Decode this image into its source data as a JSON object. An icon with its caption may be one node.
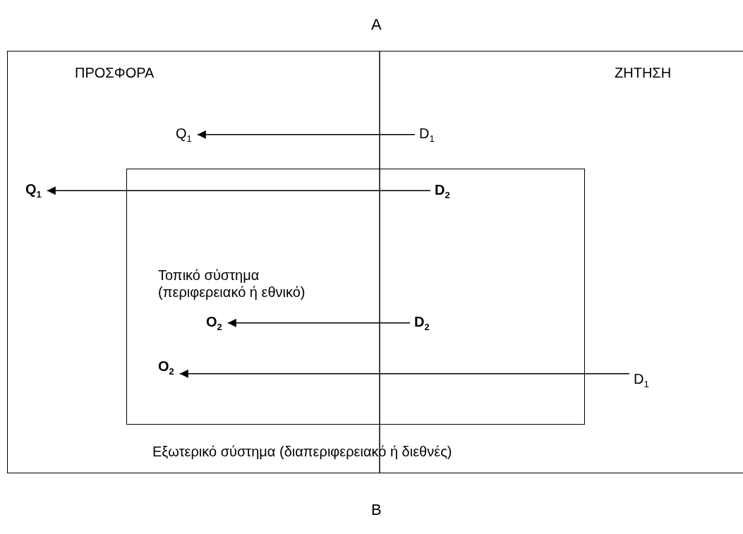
{
  "diagram": {
    "nodes": [
      {
        "text": [
          "ΠΡΟΣΦΟΡΑ",
          "ΖΗΤΗΣΗ",
          "Εξωτερικό σύστημα (διαπεριφερειακό ή διεθνές)"
        ]
      },
      {
        "text": [
          "Τοπικό σύστημα (περιφερειακό ή εθνικό)"
        ],
        "in": 0
      },
      {
        "text": [
          "Q$_{1}$"
        ],
        "in": 0
      },
      {
        "text": [
          "D$_{1}$"
        ],
        "in": 0
      },
      {
        "text": [
          "Q$_{1}$"
        ],
        "in": 0
      },
      {
        "text": [
          "D$_{2}$"
        ],
        "in": 1
      },
      {
        "text": [
          "O$_{2}$"
        ],
        "in": 1
      },
      {
        "text": [
          "D$_{2}$"
        ],
        "in": 1
      },
      {
        "text": [
          "O$_{2}$"
        ],
        "in": 1
      },
      {
        "text": [
          "D$_{1}$"
        ],
        "in": 0
      }
    ],
    "edges": [
      {
        "from": 3,
        "to": 2,
        "arrow": "to"
      },
      {
        "from": 5,
        "to": 4,
        "arrow": "to"
      },
      {
        "from": 7,
        "to": 6,
        "arrow": "to"
      },
      {
        "from": 9,
        "to": 8,
        "arrow": "to"
      }
    ],
    "labels": [
      "A",
      "B"
    ]
  }
}
